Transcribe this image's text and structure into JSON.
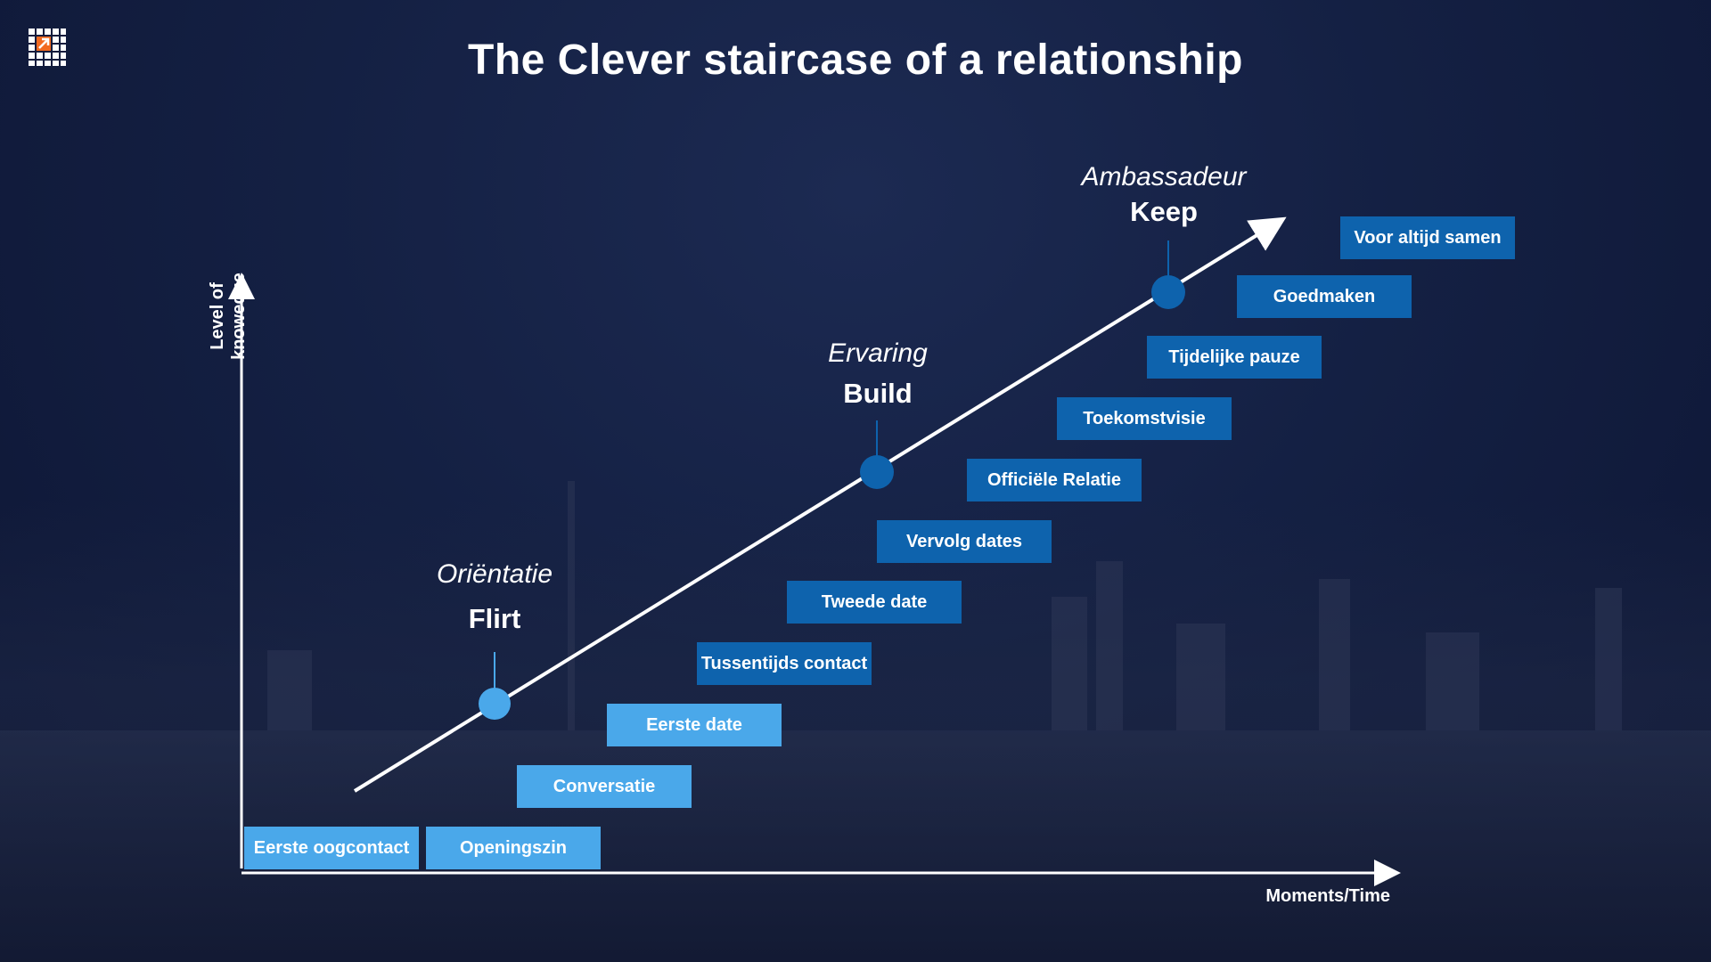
{
  "title": "The Clever staircase of a relationship",
  "logo_icon": "clever-grid-logo-icon",
  "axes": {
    "y_label": "Level of knowedge",
    "x_label": "Moments/Time"
  },
  "phases": [
    {
      "sub": "Oriëntatie",
      "main": "Flirt",
      "color": "#4aa8ea"
    },
    {
      "sub": "Ervaring",
      "main": "Build",
      "color": "#0e63ad"
    },
    {
      "sub": "Ambassadeur",
      "main": "Keep",
      "color": "#0e63ad"
    }
  ],
  "steps": [
    {
      "label": "Eerste oogcontact",
      "tone": "light"
    },
    {
      "label": "Openingszin",
      "tone": "light"
    },
    {
      "label": "Conversatie",
      "tone": "light"
    },
    {
      "label": "Eerste date",
      "tone": "light"
    },
    {
      "label": "Tussentijds contact",
      "tone": "dark"
    },
    {
      "label": "Tweede date",
      "tone": "dark"
    },
    {
      "label": "Vervolg dates",
      "tone": "dark"
    },
    {
      "label": "Officiële Relatie",
      "tone": "dark"
    },
    {
      "label": "Toekomstvisie",
      "tone": "dark"
    },
    {
      "label": "Tijdelijke pauze",
      "tone": "dark"
    },
    {
      "label": "Goedmaken",
      "tone": "dark"
    },
    {
      "label": "Voor altijd samen",
      "tone": "dark"
    }
  ],
  "colors": {
    "light_step": "#4aa8ea",
    "dark_step": "#0e63ad",
    "background": "#142043"
  }
}
